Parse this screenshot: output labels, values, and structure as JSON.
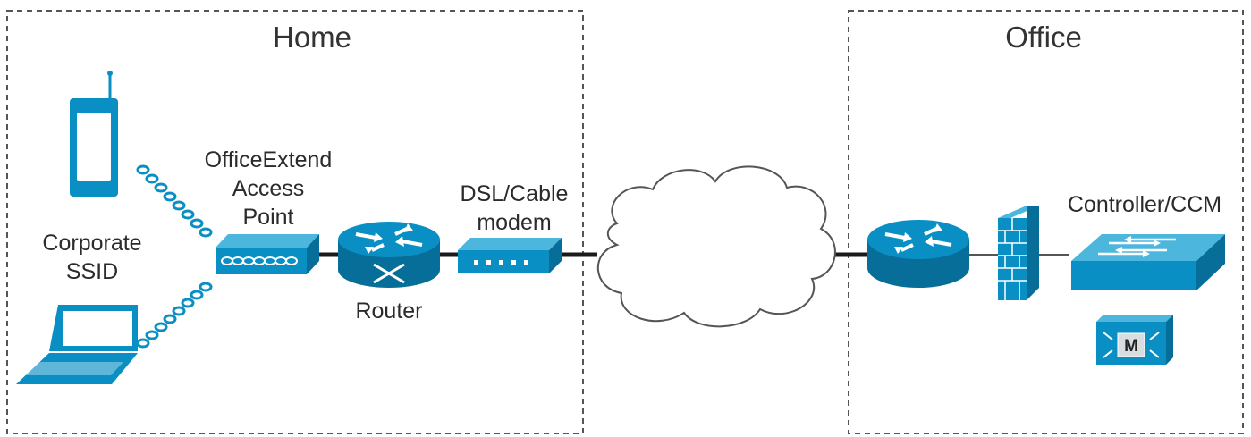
{
  "zones": {
    "home": {
      "title": "Home"
    },
    "office": {
      "title": "Office"
    }
  },
  "labels": {
    "access_point_line1": "OfficeExtend",
    "access_point_line2": "Access",
    "access_point_line3": "Point",
    "ssid_line1": "Corporate",
    "ssid_line2": "SSID",
    "router": "Router",
    "modem_line1": "DSL/Cable",
    "modem_line2": "modem",
    "controller": "Controller/CCM",
    "call_manager_letter": "M"
  },
  "icons": {
    "phone": "wireless-phone-icon",
    "laptop": "laptop-icon",
    "access_point": "access-point-icon",
    "home_router": "router-icon",
    "modem": "modem-icon",
    "internet": "cloud-icon",
    "office_router": "router-icon",
    "firewall": "firewall-icon",
    "controller": "switch-icon",
    "call_manager": "call-manager-icon"
  },
  "colors": {
    "device_fill": "#0a8fc4",
    "device_dark": "#066e98",
    "device_light": "#4cb6dd",
    "link_line": "#1a1a1a",
    "zone_border": "#555555"
  }
}
